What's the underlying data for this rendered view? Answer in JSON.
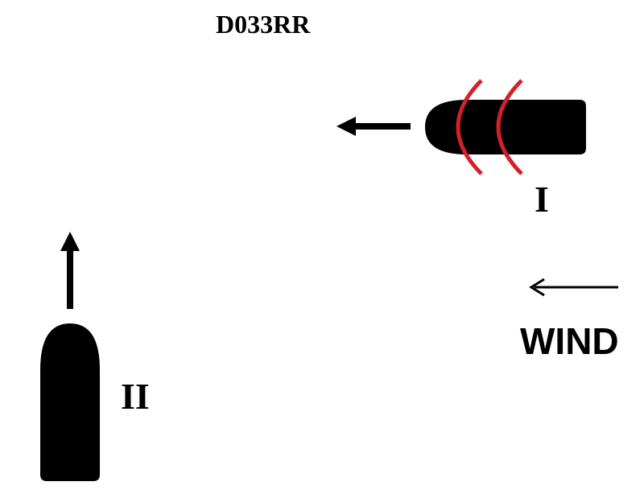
{
  "title": "D033RR",
  "vessels": [
    {
      "label": "I",
      "heading": "west",
      "signal": "two red arcs"
    },
    {
      "label": "II",
      "heading": "north"
    }
  ],
  "wind": {
    "label": "WIND",
    "direction": "west"
  },
  "colors": {
    "vessel": "#000000",
    "signal_arc": "#d3202a",
    "arrow": "#000000",
    "background": "#ffffff"
  }
}
